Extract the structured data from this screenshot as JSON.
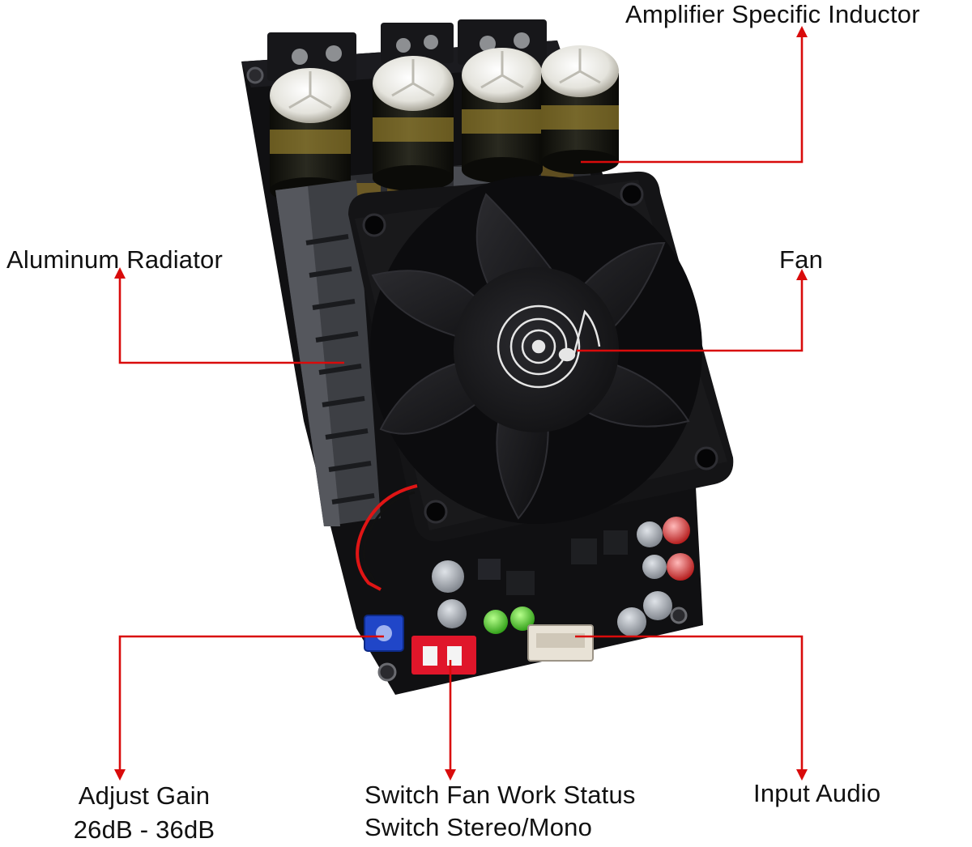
{
  "colors": {
    "callout": "#d90b0b",
    "pcb": "#101012",
    "fan_frame": "#141416",
    "fan_hub": "#1a1a1d",
    "capacitor_body": "#1b1b14",
    "capacitor_top": "#e9e8e2",
    "gold": "#b79a34",
    "heatsink": "#5a5c62",
    "potentiometer": "#2046c8",
    "dip_switch": "#e0162a",
    "fan_wire": "#e01515"
  },
  "icons": [
    "music-note-logo-icon"
  ],
  "callouts": {
    "inductor": "Amplifier Specific Inductor",
    "radiator": "Aluminum Radiator",
    "fan": "Fan",
    "gain_line1": "Adjust Gain",
    "gain_line2": "26dB - 36dB",
    "switch_line1": "Switch Fan Work Status",
    "switch_line2": "Switch Stereo/Mono",
    "input": "Input Audio"
  }
}
